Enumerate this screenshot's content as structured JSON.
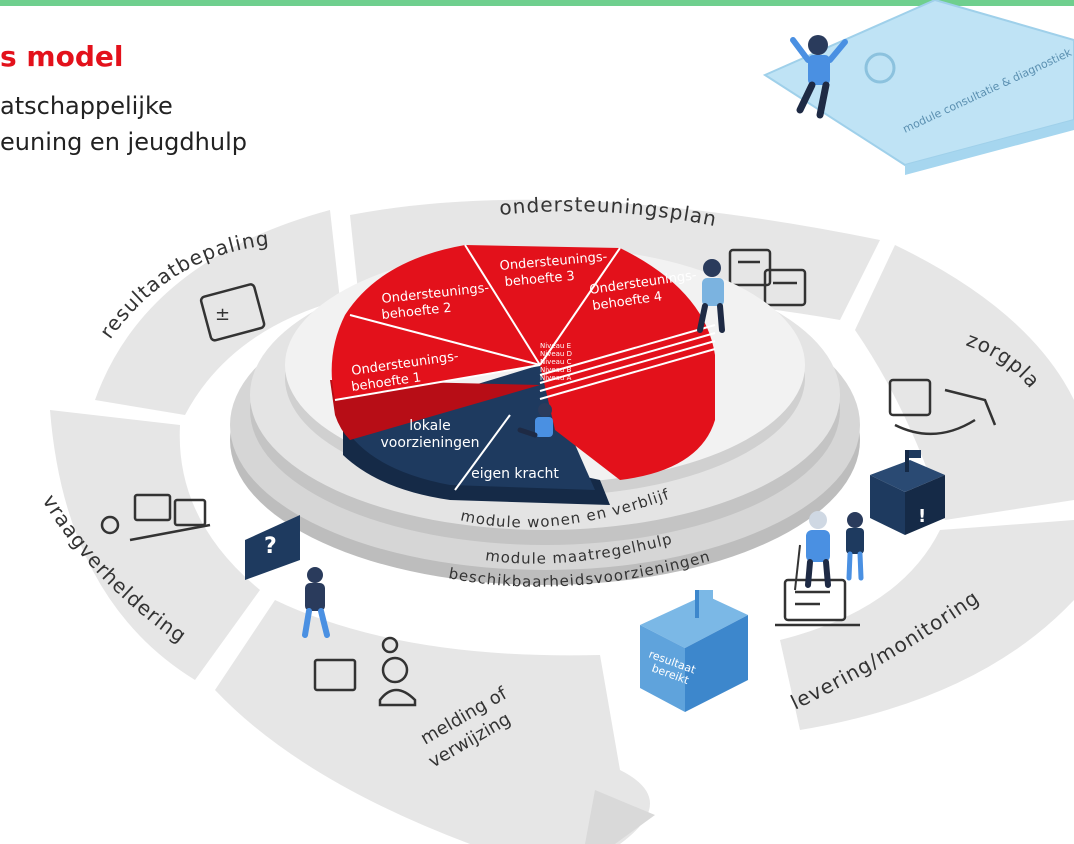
{
  "header": {
    "title": "s model",
    "subtitle_line1": "atschappelijke",
    "subtitle_line2": "euning en jeugdhulp"
  },
  "colors": {
    "red": "#e3111b",
    "navy": "#1e3a5f",
    "gray": "#e6e6e6",
    "accent_green": "#6fcf8e",
    "light_blue": "#bfe3f5"
  },
  "module_card": "module consultatie & diagnostiek",
  "cycle": {
    "resultaatbepaling": "resultaatbepaling",
    "ondersteuningsplan": "ondersteuningsplan",
    "zorgplan": "zorgplan",
    "levering": "levering/monitoring",
    "melding_line1": "melding of",
    "melding_line2": "verwijzing",
    "vraagverheldering": "vraagverheldering"
  },
  "pie": {
    "segments": [
      {
        "line1": "Ondersteunings-",
        "line2": "behoefte 1"
      },
      {
        "line1": "Ondersteunings-",
        "line2": "behoefte 2"
      },
      {
        "line1": "Ondersteunings-",
        "line2": "behoefte 3"
      },
      {
        "line1": "Ondersteunings-",
        "line2": "behoefte 4"
      }
    ],
    "levels": [
      "Niveau E",
      "Niveau D",
      "Niveau C",
      "Niveau B",
      "Niveau A"
    ],
    "lokale_line1": "lokale",
    "lokale_line2": "voorzieningen",
    "eigen": "eigen kracht"
  },
  "rings": {
    "wonen": "module wonen en verblijf",
    "maatregel": "module maatregelhulp",
    "beschikbaar": "beschikbaarheidsvoorzieningen"
  },
  "resultaat_box": {
    "line1": "resultaat",
    "line2": "bereikt"
  },
  "question_sign": "?"
}
